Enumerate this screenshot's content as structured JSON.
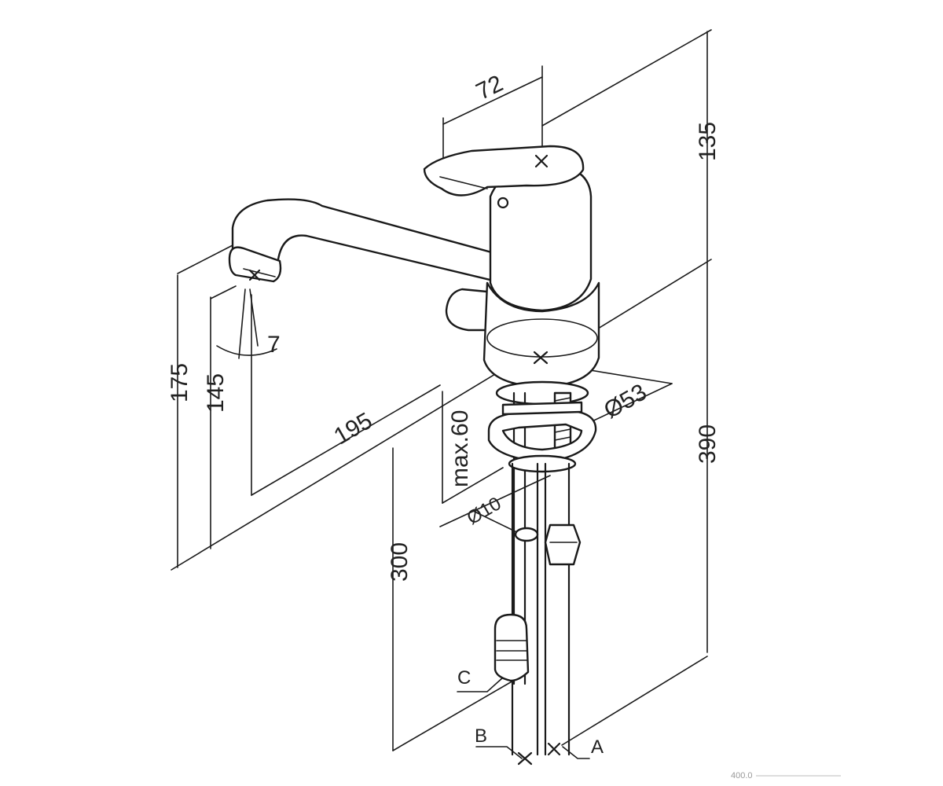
{
  "dimensions": {
    "handle_width": "72",
    "top_height": "135",
    "spout_height": "175",
    "outlet_height": "145",
    "spout_reach": "195",
    "base_diameter": "Ø53",
    "total_height": "390",
    "max_thickness": "max.60",
    "hole_diameter": "Ø10",
    "hose_length": "300"
  },
  "labels": {
    "connection_a": "A",
    "connection_b": "B",
    "connection_c": "C"
  },
  "swivel_angle": "7",
  "scale_note": "400.0",
  "colors": {
    "line": "#1a1a1a",
    "text": "#222222"
  }
}
